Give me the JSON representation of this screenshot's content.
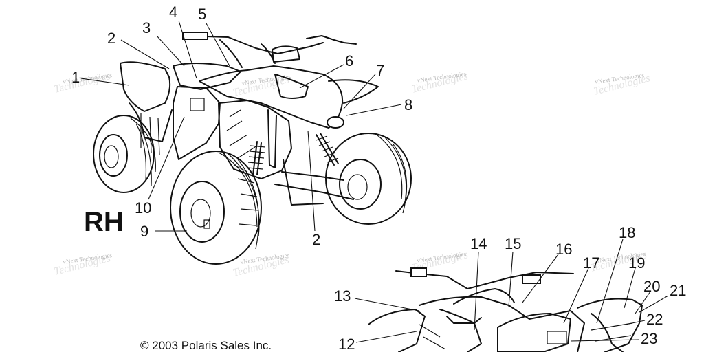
{
  "diagram": {
    "side_label": "RH",
    "copyright": "© 2003 Polaris Sales Inc.",
    "watermark_text": "vNext Technologies",
    "callouts": [
      "1",
      "2",
      "3",
      "4",
      "5",
      "6",
      "7",
      "8",
      "2",
      "9",
      "10",
      "13",
      "12",
      "14",
      "15",
      "16",
      "17",
      "18",
      "19",
      "20",
      "21",
      "22",
      "23"
    ]
  }
}
